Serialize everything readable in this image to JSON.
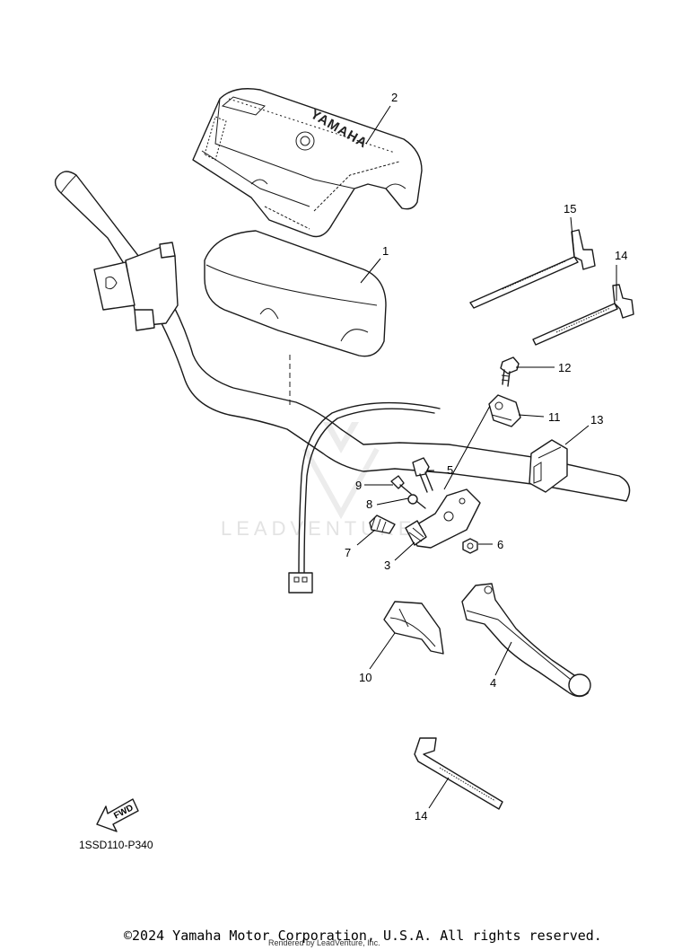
{
  "diagram": {
    "code": "1SSD110-P340",
    "copyright": "©2024 Yamaha Motor Corporation, U.S.A. All rights reserved.",
    "rendered_by": "Rendered by LeadVenture, Inc.",
    "watermark": "LEADVENTURE",
    "logo_text": "YAMAHA",
    "fwd_label": "FWD"
  },
  "callouts": {
    "c1": "1",
    "c2": "2",
    "c3": "3",
    "c4": "4",
    "c5": "5",
    "c6": "6",
    "c7": "7",
    "c8": "8",
    "c9": "9",
    "c10": "10",
    "c11": "11",
    "c12": "12",
    "c13": "13",
    "c14a": "14",
    "c14b": "14",
    "c15": "15"
  }
}
